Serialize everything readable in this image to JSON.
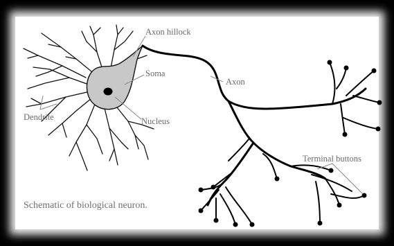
{
  "diagram": {
    "labels": {
      "axon_hillock": "Axon hillock",
      "soma": "Soma",
      "axon": "Axon",
      "dendrite": "Dendrite",
      "nucleus": "Nucleus",
      "terminal_buttons": "Terminal buttons"
    },
    "caption": "Schematic of biological neuron.",
    "colors": {
      "frame": "#000000",
      "panel": "#ffffff",
      "soma_fill": "#c8c8c8",
      "label_text": "#6b6b6b"
    }
  }
}
